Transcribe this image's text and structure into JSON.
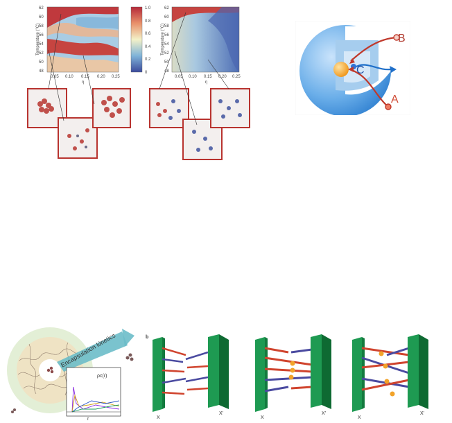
{
  "top_left": {
    "heatmap_left": {
      "ylabel": "Temperature (°C)",
      "xlabel": "η",
      "yticks": [
        "62",
        "60",
        "58",
        "56",
        "54",
        "52",
        "50",
        "48"
      ],
      "xticks": [
        "0.05",
        "0.10",
        "0.15",
        "0.20",
        "0.25"
      ]
    },
    "colorbar": {
      "ticks": [
        "1.0",
        "0.8",
        "0.6",
        "0.4",
        "0.2",
        "0"
      ]
    },
    "heatmap_right": {
      "ylabel": "Temperature (°C)",
      "xlabel": "η",
      "yticks": [
        "62",
        "60",
        "58",
        "56",
        "54",
        "52",
        "50",
        "48"
      ],
      "xticks": [
        "0.05",
        "0.10",
        "0.15",
        "0.20",
        "0.25"
      ]
    }
  },
  "sphere": {
    "labels": {
      "a": "A",
      "b": "B",
      "c": "C"
    },
    "colors": {
      "outer": "#5aa4e6",
      "core": "#f5a52d",
      "arrow_red": "#c0392b",
      "arrow_blue": "#1f6fc9"
    }
  },
  "encapsulation": {
    "arrow_text": "Encapsulation kinetics",
    "plot_label": "ρc(r)",
    "axis_label": "r"
  },
  "pillars": {
    "panel_label": "b",
    "groups": [
      {
        "left": "X",
        "right": "X'"
      },
      {
        "left": "X",
        "right": "X'"
      },
      {
        "left": "X",
        "right": "X'"
      }
    ]
  }
}
